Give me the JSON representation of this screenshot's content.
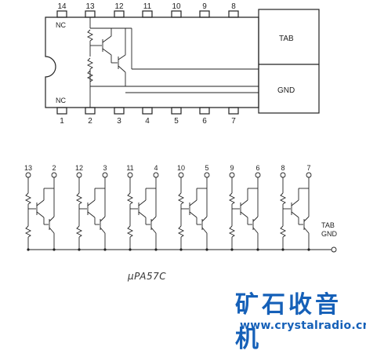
{
  "package": {
    "top_pins": [
      "14",
      "13",
      "12",
      "11",
      "10",
      "9",
      "8"
    ],
    "bottom_pins": [
      "1",
      "2",
      "3",
      "4",
      "5",
      "6",
      "7"
    ],
    "nc_top": "NC",
    "nc_bottom": "NC",
    "tab_label": "TAB",
    "gnd_label": "GND"
  },
  "array": {
    "pairs": [
      {
        "collector": "13",
        "output": "2"
      },
      {
        "collector": "12",
        "output": "3"
      },
      {
        "collector": "11",
        "output": "4"
      },
      {
        "collector": "10",
        "output": "5"
      },
      {
        "collector": "9",
        "output": "6"
      },
      {
        "collector": "8",
        "output": "7"
      }
    ],
    "tab_label": "TAB",
    "gnd_label": "GND"
  },
  "part_title": "μPA57C",
  "watermark": {
    "site_name": "矿石收音机",
    "url": "www.crystalradio.cn",
    "color": "#1560b8"
  }
}
